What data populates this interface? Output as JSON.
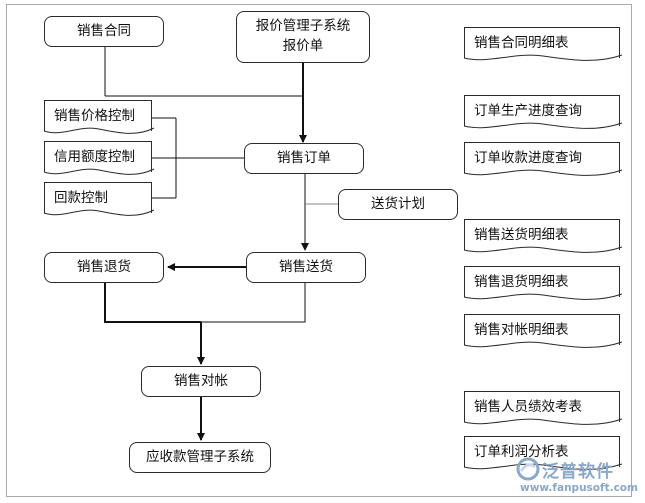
{
  "nodes": {
    "sales_contract": "销售合同",
    "quote_system": [
      "报价管理子系统",
      "报价单"
    ],
    "price_control": "销售价格控制",
    "credit_control": "信用额度控制",
    "payment_control": "回款控制",
    "sales_order": "销售订单",
    "delivery_plan": "送货计划",
    "sales_return": "销售退货",
    "sales_delivery": "销售送货",
    "sales_reconcile": "销售对帐",
    "receivables_system": "应收款管理子系统"
  },
  "reports": [
    "销售合同明细表",
    "订单生产进度查询",
    "订单收款进度查询",
    "销售送货明细表",
    "销售退货明细表",
    "销售对帐明细表",
    "销售人员绩效考表",
    "订单利润分析表"
  ],
  "watermark": {
    "name": "泛普软件",
    "url": "www.fanpusoft.com"
  }
}
